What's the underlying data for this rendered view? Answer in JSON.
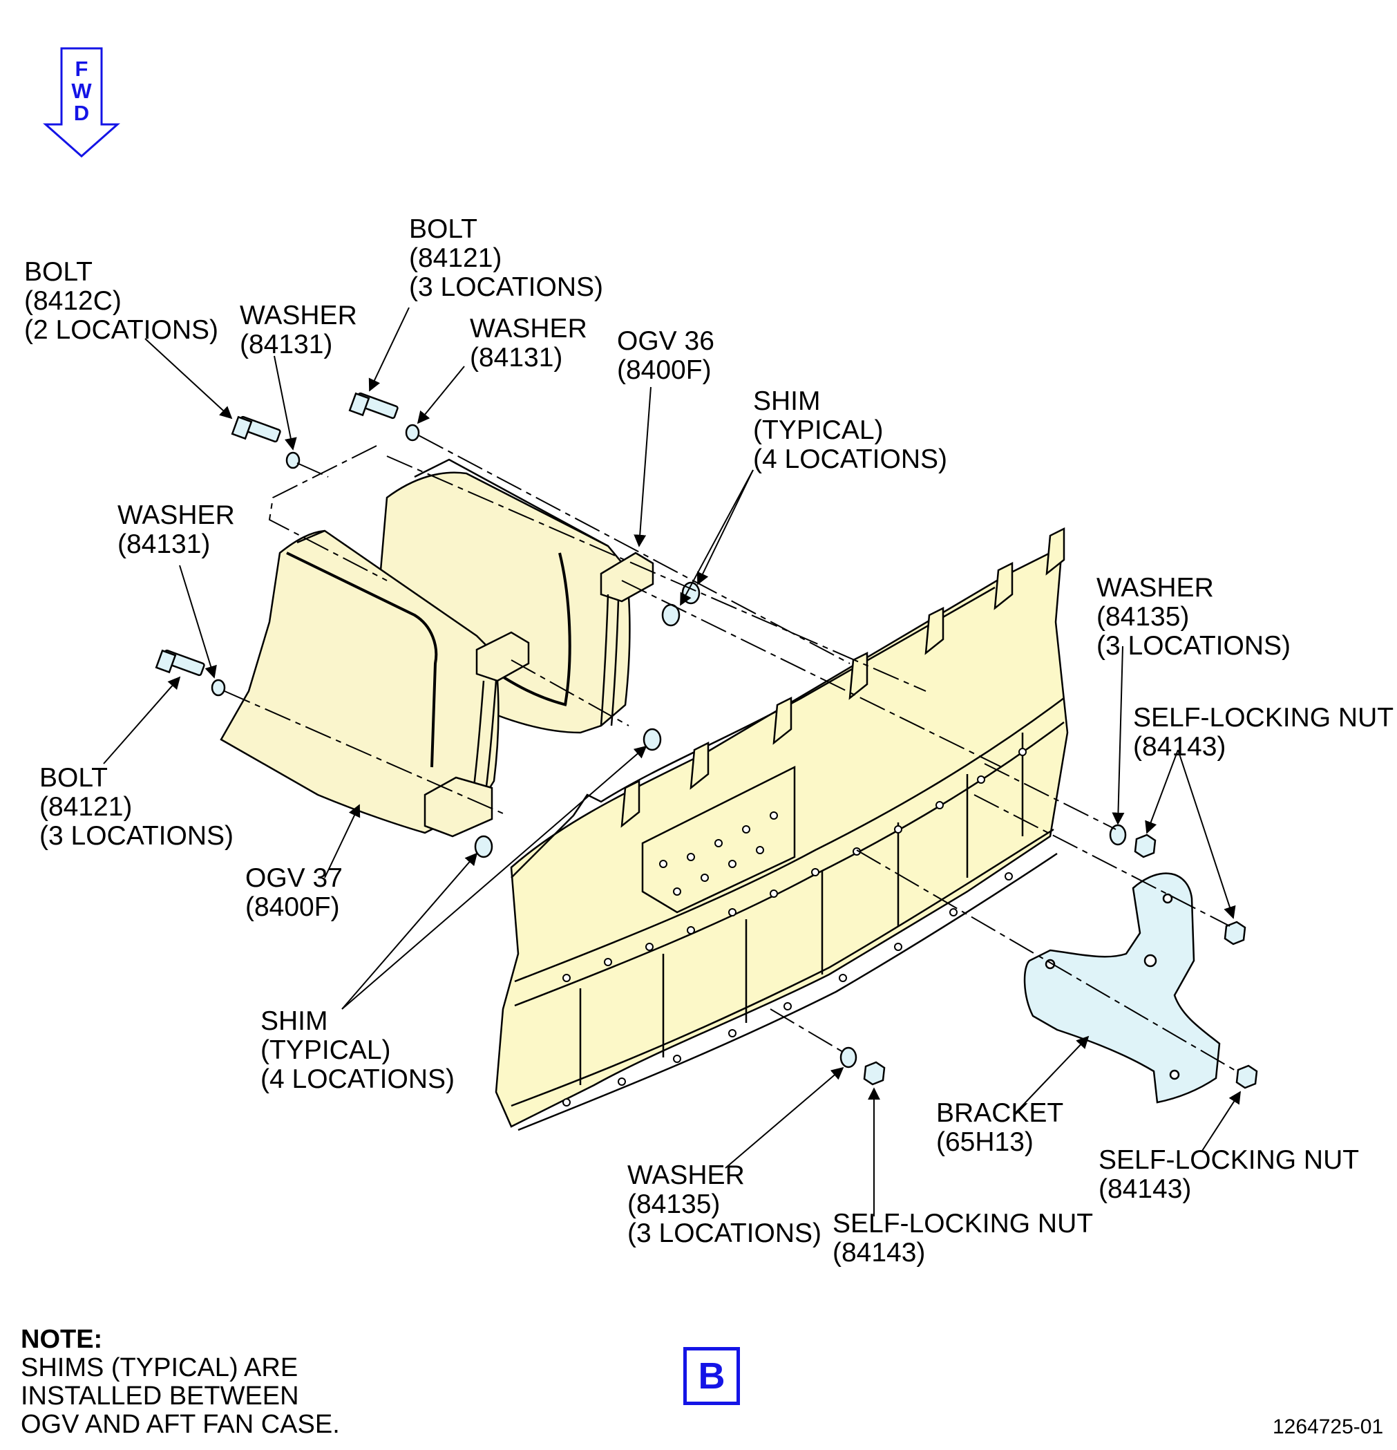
{
  "fwd_arrow": {
    "letters": [
      "F",
      "W",
      "D"
    ],
    "color": "#1414e6"
  },
  "labels": {
    "bolt_8412c": "BOLT\n(8412C)\n(2 LOCATIONS)",
    "washer_84131_a": "WASHER\n(84131)",
    "bolt_84121_top": "BOLT\n(84121)\n(3 LOCATIONS)",
    "washer_84131_b": "WASHER\n(84131)",
    "ogv36": "OGV 36\n(8400F)",
    "shim_top": "SHIM\n(TYPICAL)\n(4 LOCATIONS)",
    "washer_84131_c": "WASHER\n(84131)",
    "washer_84135_right": "WASHER\n(84135)\n(3 LOCATIONS)",
    "nut_84143_right": "SELF-LOCKING NUT\n(84143)",
    "bolt_84121_left": "BOLT\n(84121)\n(3 LOCATIONS)",
    "ogv37": "OGV 37\n(8400F)",
    "shim_bottom": "SHIM\n(TYPICAL)\n(4 LOCATIONS)",
    "bracket": "BRACKET\n(65H13)",
    "nut_84143_bracket": "SELF-LOCKING NUT\n(84143)",
    "washer_84135_bottom": "WASHER\n(84135)\n(3 LOCATIONS)",
    "nut_84143_bottom": "SELF-LOCKING NUT\n(84143)"
  },
  "note": {
    "title": "NOTE:",
    "text": "SHIMS (TYPICAL) ARE\nINSTALLED BETWEEN\nOGV AND AFT FAN CASE."
  },
  "view_label": "B",
  "figure_id": "1264725-01",
  "colors": {
    "case_fill": "#fcf8c8",
    "ogv_fill": "#faf5cc",
    "part_fill": "#dff3f8",
    "accent": "#1414e6"
  }
}
